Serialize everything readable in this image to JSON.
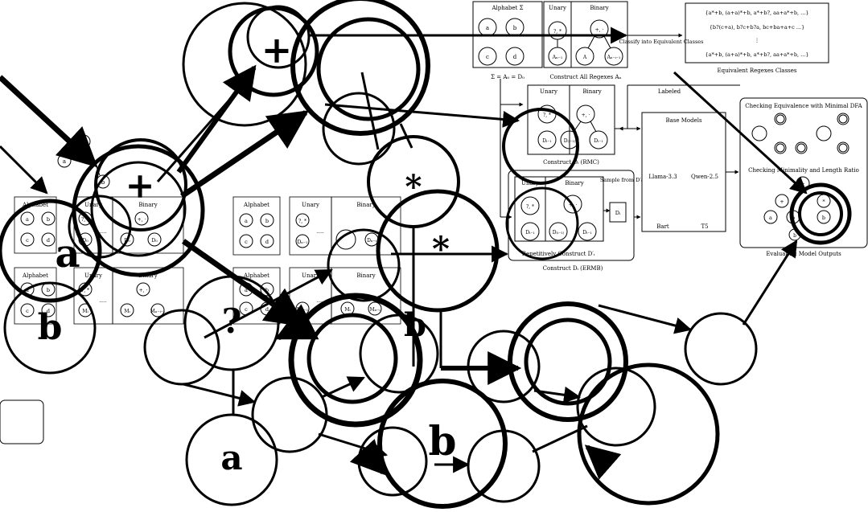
{
  "top_pipeline": {
    "alphabet_title": "Alphabet Σ",
    "alphabet_symbols": [
      "a",
      "b",
      "c",
      "d"
    ],
    "alphabet_caption": "Σ = A₀ = D₀",
    "unary_label": "Unary",
    "unary_symbols": "?, *",
    "unary_node": "Aₙ₋₁",
    "binary_label": "Binary",
    "binary_symbols": "+, ·",
    "binary_left": "A",
    "binary_right": "Aₙ₋ᵢ₋₁",
    "construct_caption": "Construct All Regexes Aₙ",
    "classify_label": "Classify into Equivalent Classes",
    "eq_lines": [
      "{a*+b, (a+a)*+b, a*+b?, aa+a*+b, ...}",
      "{b?(c+a), b?c+b?a, bc+ba+a+c ...}",
      "⋮",
      "{a*+b, (a+a)*+b, a*+b?, aa+a*+b, ...}"
    ],
    "eq_caption": "Equivalent Regexes Classes"
  },
  "rmc": {
    "unary_label": "Unary",
    "binary_label": "Binary",
    "unary_symbols": "?, *",
    "unary_node": "Dᵢ₋₁",
    "binary_symbols": "+, ·",
    "binary_left": "D₍ᵢ₋₁₎",
    "binary_right": "Dᵢ₋₁",
    "caption": "Construct Dᵢ (RMC)",
    "labeled": "Labeled"
  },
  "ermb": {
    "unary_label": "Unary",
    "binary_label": "Binary",
    "unary_symbols": "?, *",
    "unary_node": "Dᵢ₋₁",
    "binary_symbols": "+, ·",
    "binary_left": "D₍ᵢ₋₁₎",
    "binary_right": "Dᵢ₋₁",
    "sample_label": "Sample from D′ᵢ",
    "d_node": "Dᵢ",
    "repeat_caption": "Repetitively Construct D′ᵢ",
    "caption": "Construct Dᵢ (ERMB)"
  },
  "models": {
    "title": "Base Models",
    "items": [
      "Llama-3.3",
      "Qwen-2.5",
      "Bart",
      "T5"
    ]
  },
  "eval": {
    "title": "Checking Equivalence with Minimal DFA",
    "subtitle": "Checking Minimality and Length Ratio",
    "caption": "Evaluating Model Outputs",
    "tree_ops": [
      "+",
      "+",
      "*"
    ],
    "tree_leaves": [
      "a",
      "b",
      "b",
      "b"
    ]
  },
  "left_panel": {
    "row1": {
      "alphabet": "Alphabet",
      "unary": "Unary",
      "binary": "Binary",
      "symbols": [
        "a",
        "b",
        "c",
        "d"
      ],
      "unary_symbols": "?, *",
      "binary_symbols": "+, ·",
      "nodes": [
        "D₀",
        "D₀",
        "D₀"
      ],
      "dots": "....."
    },
    "row2": {
      "alphabet": "Alphabet",
      "unary": "Unary",
      "binary": "Binary",
      "symbols": [
        "a",
        "b",
        "c",
        "d"
      ],
      "unary_symbols": "?, *",
      "binary_symbols": "+, ·",
      "nodes": [
        "Mᵢ",
        "Mᵢ",
        "Mₙ₋ᵢ₋₁"
      ],
      "dots": "....."
    },
    "mini_tree": [
      "+",
      "a",
      "b",
      "c"
    ]
  },
  "middle_panel": {
    "row1": {
      "alphabet": "Alphabet",
      "unary": "Unary",
      "binary": "Binary",
      "symbols": [
        "a",
        "b",
        "c",
        "d"
      ],
      "unary_symbols": "?, *",
      "nodes": [
        "Dₙ₋₁",
        "Dₙ₋ᵢ"
      ],
      "dots": "....."
    },
    "row2": {
      "alphabet": "Alphabet",
      "unary": "Unary",
      "binary": "Binary",
      "symbols": [
        "a",
        "b",
        "c",
        "d"
      ],
      "nodes": [
        "Mₙ₋₁",
        "Mᵢ",
        "Mₙ₋ᵢ"
      ],
      "dots": "....."
    }
  },
  "big_overlay": {
    "plus_1": "+",
    "plus_2": "+",
    "star_1": "*",
    "star_2": "*",
    "question": "?",
    "a_1": "a",
    "a_2": "a",
    "b_1": "b",
    "b_2": "b",
    "b_3": "b"
  }
}
